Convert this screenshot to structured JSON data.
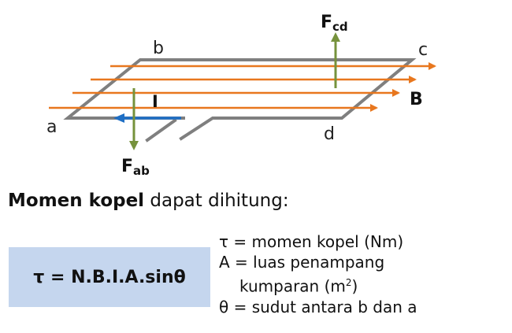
{
  "diagram": {
    "corner_a": "a",
    "corner_b": "b",
    "corner_c": "c",
    "corner_d": "d",
    "field_label": "B",
    "current_label": "I",
    "force_cd": {
      "symbol": "F",
      "subscript": "cd"
    },
    "force_ab": {
      "symbol": "F",
      "subscript": "ab"
    },
    "colors": {
      "loop": "#7f7f7f",
      "field_lines": "#e8771e",
      "current": "#1f6fc5",
      "force": "#76923c"
    }
  },
  "heading": {
    "bold": "Momen kopel",
    "rest": " dapat dihitung:"
  },
  "formula": "τ = N.B.I.A.sinθ",
  "legend": {
    "line1": "τ = momen kopel (Nm)",
    "line2": "A = luas penampang",
    "line3_text": "kumparan (m",
    "line3_sup": "2",
    "line3_close": ")",
    "line4": "θ = sudut antara b dan a"
  }
}
